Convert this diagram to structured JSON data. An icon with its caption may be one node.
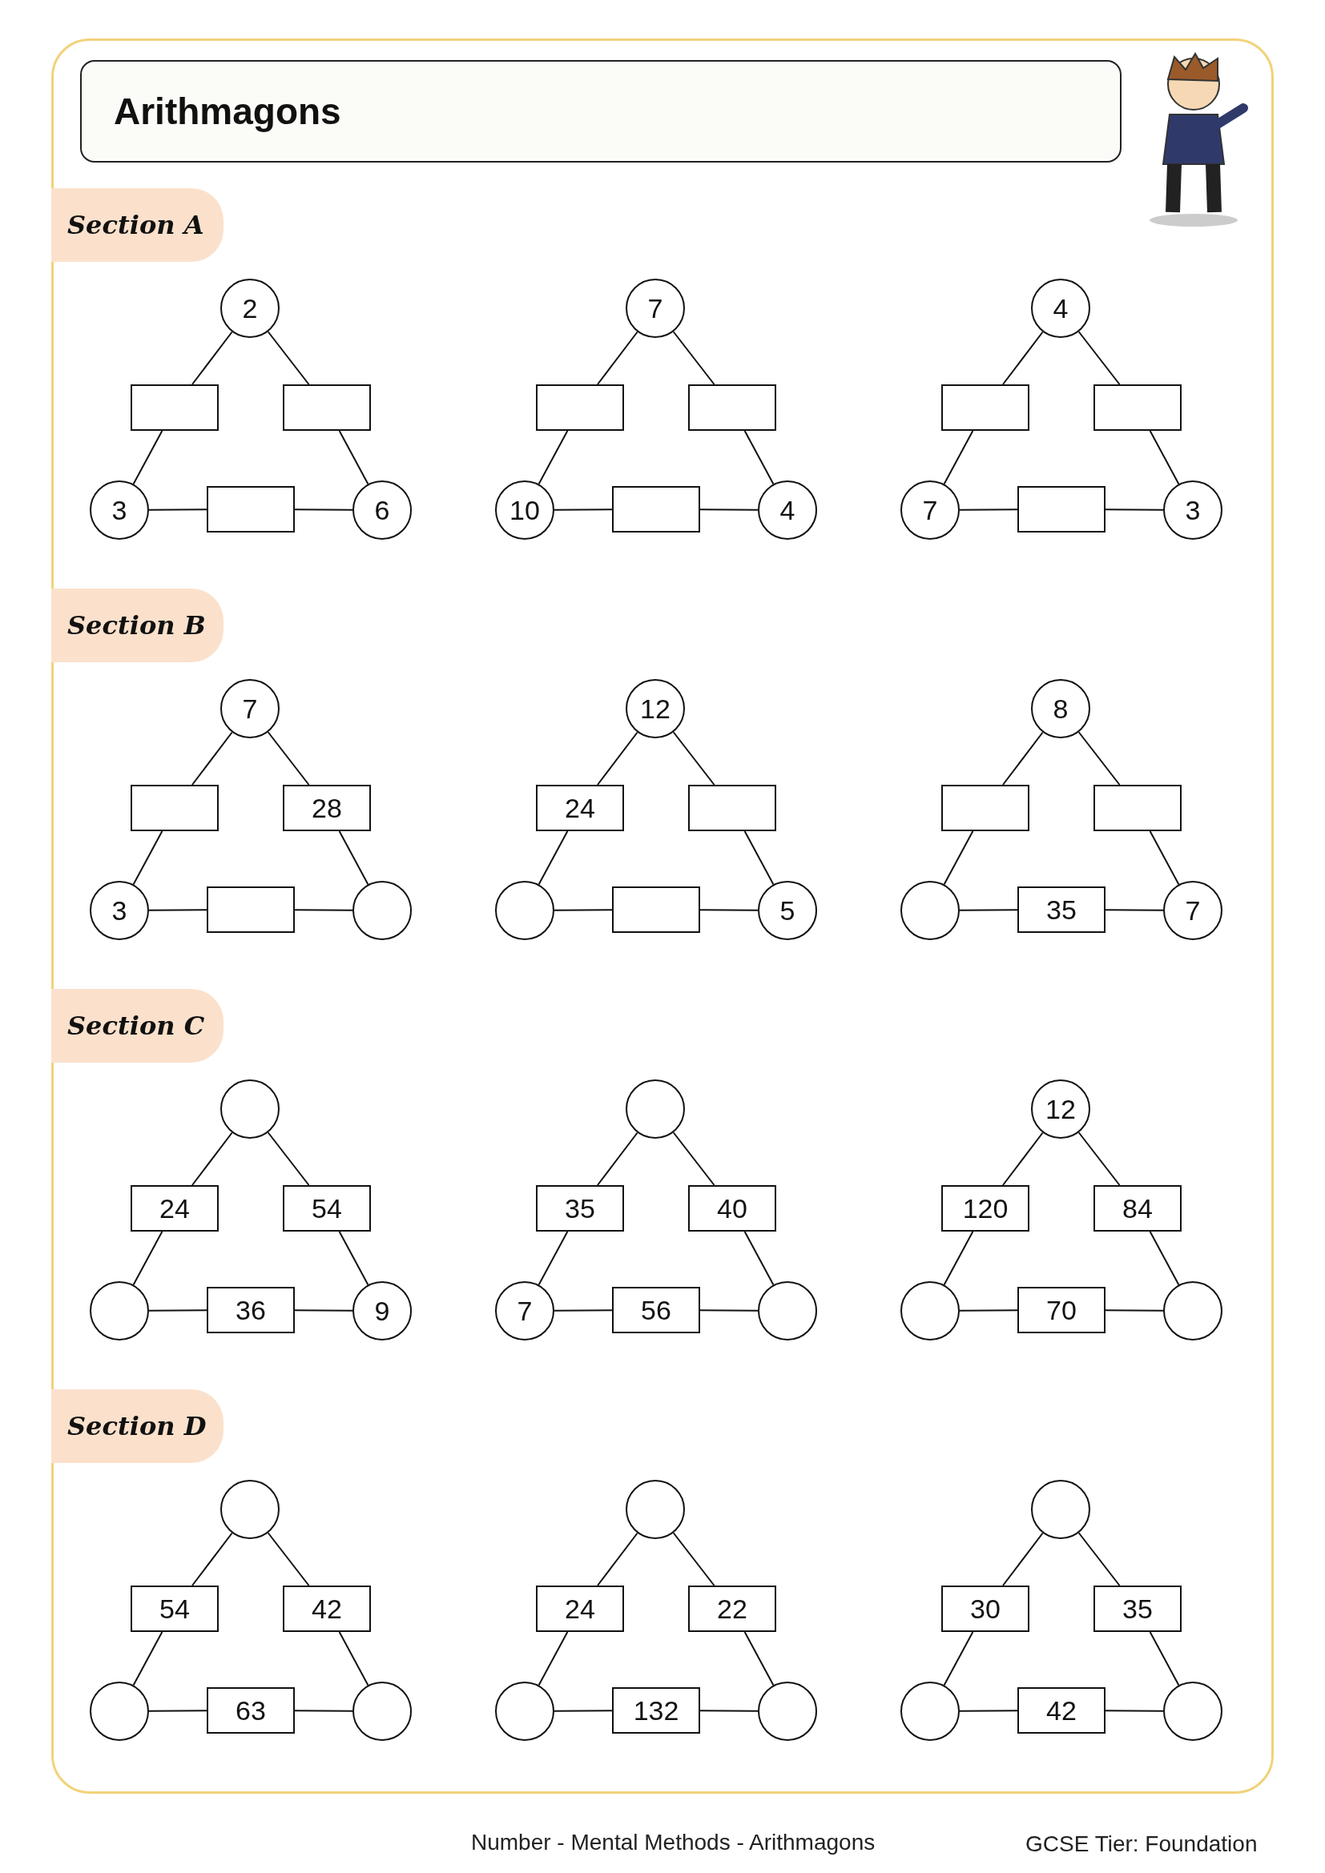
{
  "diagram": {
    "title": "Arithmagons",
    "nodes": [
      {
        "text": [
          "Section A"
        ]
      },
      {
        "text": [
          "2"
        ]
      },
      {
        "text": [],
        "shape": "box"
      },
      {
        "text": [],
        "shape": "box"
      },
      {
        "text": [
          "3"
        ]
      },
      {
        "text": [],
        "shape": "box"
      },
      {
        "text": [
          "6"
        ]
      },
      {
        "text": [
          "7"
        ]
      },
      {
        "text": [],
        "shape": "box"
      },
      {
        "text": [],
        "shape": "box"
      },
      {
        "text": [
          "10"
        ]
      },
      {
        "text": [],
        "shape": "box"
      },
      {
        "text": [
          "4"
        ]
      },
      {
        "text": [
          "4"
        ]
      },
      {
        "text": [],
        "shape": "box"
      },
      {
        "text": [],
        "shape": "box"
      },
      {
        "text": [
          "7"
        ]
      },
      {
        "text": [],
        "shape": "box"
      },
      {
        "text": [
          "3"
        ]
      },
      {
        "text": [
          "Section B"
        ]
      },
      {
        "text": [
          "7"
        ]
      },
      {
        "text": [],
        "shape": "box"
      },
      {
        "text": [
          "28"
        ]
      },
      {
        "text": [
          "3"
        ]
      },
      {
        "text": [],
        "shape": "box"
      },
      {
        "text": [],
        "shape": "circle"
      },
      {
        "text": [
          "12"
        ]
      },
      {
        "text": [
          "24"
        ]
      },
      {
        "text": [],
        "shape": "box"
      },
      {
        "text": [],
        "shape": "circle"
      },
      {
        "text": [],
        "shape": "box"
      },
      {
        "text": [
          "5"
        ]
      },
      {
        "text": [
          "8"
        ]
      },
      {
        "text": [],
        "shape": "box"
      },
      {
        "text": [],
        "shape": "box"
      },
      {
        "text": [],
        "shape": "circle"
      },
      {
        "text": [
          "35"
        ]
      },
      {
        "text": [
          "7"
        ]
      },
      {
        "text": [
          "Section C"
        ]
      },
      {
        "text": [],
        "shape": "circle"
      },
      {
        "text": [
          "24"
        ]
      },
      {
        "text": [
          "54"
        ]
      },
      {
        "text": [],
        "shape": "circle"
      },
      {
        "text": [
          "36"
        ]
      },
      {
        "text": [
          "9"
        ]
      },
      {
        "text": [],
        "shape": "circle"
      },
      {
        "text": [
          "35"
        ]
      },
      {
        "text": [
          "40"
        ]
      },
      {
        "text": [
          "7"
        ]
      },
      {
        "text": [
          "56"
        ]
      },
      {
        "text": [],
        "shape": "circle"
      },
      {
        "text": [
          "12"
        ]
      },
      {
        "text": [
          "120"
        ]
      },
      {
        "text": [
          "84"
        ]
      },
      {
        "text": [],
        "shape": "circle"
      },
      {
        "text": [
          "70"
        ]
      },
      {
        "text": [],
        "shape": "circle"
      },
      {
        "text": [
          "Section D"
        ]
      },
      {
        "text": [],
        "shape": "circle"
      },
      {
        "text": [
          "54"
        ]
      },
      {
        "text": [
          "42"
        ]
      },
      {
        "text": [],
        "shape": "circle"
      },
      {
        "text": [
          "63"
        ]
      },
      {
        "text": [],
        "shape": "circle"
      },
      {
        "text": [],
        "shape": "circle"
      },
      {
        "text": [
          "24"
        ]
      },
      {
        "text": [
          "22"
        ]
      },
      {
        "text": [],
        "shape": "circle"
      },
      {
        "text": [
          "132"
        ]
      },
      {
        "text": [],
        "shape": "circle"
      },
      {
        "text": [],
        "shape": "circle"
      },
      {
        "text": [
          "30"
        ]
      },
      {
        "text": [
          "35"
        ]
      },
      {
        "text": [],
        "shape": "circle"
      },
      {
        "text": [
          "42"
        ]
      },
      {
        "text": [],
        "shape": "circle"
      }
    ],
    "edges": [
      {
        "from": 1,
        "to": 2,
        "arrow": "none"
      },
      {
        "from": 2,
        "to": 4,
        "arrow": "none"
      },
      {
        "from": 4,
        "to": 5,
        "arrow": "none"
      },
      {
        "from": 5,
        "to": 6,
        "arrow": "none"
      },
      {
        "from": 6,
        "to": 3,
        "arrow": "none"
      },
      {
        "from": 3,
        "to": 1,
        "arrow": "none"
      },
      {
        "from": 7,
        "to": 8,
        "arrow": "none"
      },
      {
        "from": 8,
        "to": 10,
        "arrow": "none"
      },
      {
        "from": 10,
        "to": 11,
        "arrow": "none"
      },
      {
        "from": 11,
        "to": 12,
        "arrow": "none"
      },
      {
        "from": 12,
        "to": 9,
        "arrow": "none"
      },
      {
        "from": 9,
        "to": 7,
        "arrow": "none"
      },
      {
        "from": 13,
        "to": 14,
        "arrow": "none"
      },
      {
        "from": 14,
        "to": 16,
        "arrow": "none"
      },
      {
        "from": 16,
        "to": 17,
        "arrow": "none"
      },
      {
        "from": 17,
        "to": 18,
        "arrow": "none"
      },
      {
        "from": 18,
        "to": 15,
        "arrow": "none"
      },
      {
        "from": 15,
        "to": 13,
        "arrow": "none"
      },
      {
        "from": 20,
        "to": 21,
        "arrow": "none"
      },
      {
        "from": 21,
        "to": 23,
        "arrow": "none"
      },
      {
        "from": 23,
        "to": 24,
        "arrow": "none"
      },
      {
        "from": 24,
        "to": 25,
        "arrow": "none"
      },
      {
        "from": 25,
        "to": 22,
        "arrow": "none"
      },
      {
        "from": 22,
        "to": 20,
        "arrow": "none"
      },
      {
        "from": 26,
        "to": 27,
        "arrow": "none"
      },
      {
        "from": 27,
        "to": 29,
        "arrow": "none"
      },
      {
        "from": 29,
        "to": 30,
        "arrow": "none"
      },
      {
        "from": 30,
        "to": 31,
        "arrow": "none"
      },
      {
        "from": 31,
        "to": 28,
        "arrow": "none"
      },
      {
        "from": 28,
        "to": 26,
        "arrow": "none"
      },
      {
        "from": 32,
        "to": 33,
        "arrow": "none"
      },
      {
        "from": 33,
        "to": 35,
        "arrow": "none"
      },
      {
        "from": 35,
        "to": 36,
        "arrow": "none"
      },
      {
        "from": 36,
        "to": 37,
        "arrow": "none"
      },
      {
        "from": 37,
        "to": 34,
        "arrow": "none"
      },
      {
        "from": 34,
        "to": 32,
        "arrow": "none"
      },
      {
        "from": 39,
        "to": 40,
        "arrow": "none"
      },
      {
        "from": 40,
        "to": 42,
        "arrow": "none"
      },
      {
        "from": 42,
        "to": 43,
        "arrow": "none"
      },
      {
        "from": 43,
        "to": 44,
        "arrow": "none"
      },
      {
        "from": 44,
        "to": 41,
        "arrow": "none"
      },
      {
        "from": 41,
        "to": 39,
        "arrow": "none"
      },
      {
        "from": 45,
        "to": 46,
        "arrow": "none"
      },
      {
        "from": 46,
        "to": 48,
        "arrow": "none"
      },
      {
        "from": 48,
        "to": 49,
        "arrow": "none"
      },
      {
        "from": 49,
        "to": 50,
        "arrow": "none"
      },
      {
        "from": 50,
        "to": 47,
        "arrow": "none"
      },
      {
        "from": 47,
        "to": 45,
        "arrow": "none"
      },
      {
        "from": 51,
        "to": 52,
        "arrow": "none"
      },
      {
        "from": 52,
        "to": 54,
        "arrow": "none"
      },
      {
        "from": 54,
        "to": 55,
        "arrow": "none"
      },
      {
        "from": 55,
        "to": 56,
        "arrow": "none"
      },
      {
        "from": 56,
        "to": 53,
        "arrow": "none"
      },
      {
        "from": 53,
        "to": 51,
        "arrow": "none"
      },
      {
        "from": 58,
        "to": 59,
        "arrow": "none"
      },
      {
        "from": 59,
        "to": 61,
        "arrow": "none"
      },
      {
        "from": 61,
        "to": 62,
        "arrow": "none"
      },
      {
        "from": 62,
        "to": 63,
        "arrow": "none"
      },
      {
        "from": 63,
        "to": 60,
        "arrow": "none"
      },
      {
        "from": 60,
        "to": 58,
        "arrow": "none"
      },
      {
        "from": 64,
        "to": 65,
        "arrow": "none"
      },
      {
        "from": 65,
        "to": 67,
        "arrow": "none"
      },
      {
        "from": 67,
        "to": 68,
        "arrow": "none"
      },
      {
        "from": 68,
        "to": 69,
        "arrow": "none"
      },
      {
        "from": 69,
        "to": 66,
        "arrow": "none"
      },
      {
        "from": 66,
        "to": 64,
        "arrow": "none"
      },
      {
        "from": 70,
        "to": 71,
        "arrow": "none"
      },
      {
        "from": 71,
        "to": 73,
        "arrow": "none"
      },
      {
        "from": 73,
        "to": 74,
        "arrow": "none"
      },
      {
        "from": 74,
        "to": 75,
        "arrow": "none"
      },
      {
        "from": 75,
        "to": 72,
        "arrow": "none"
      },
      {
        "from": 72,
        "to": 70,
        "arrow": "none"
      }
    ],
    "labels": [
      "Number - Mental Methods - Arithmagons",
      "GCSE Tier: Foundation"
    ]
  }
}
